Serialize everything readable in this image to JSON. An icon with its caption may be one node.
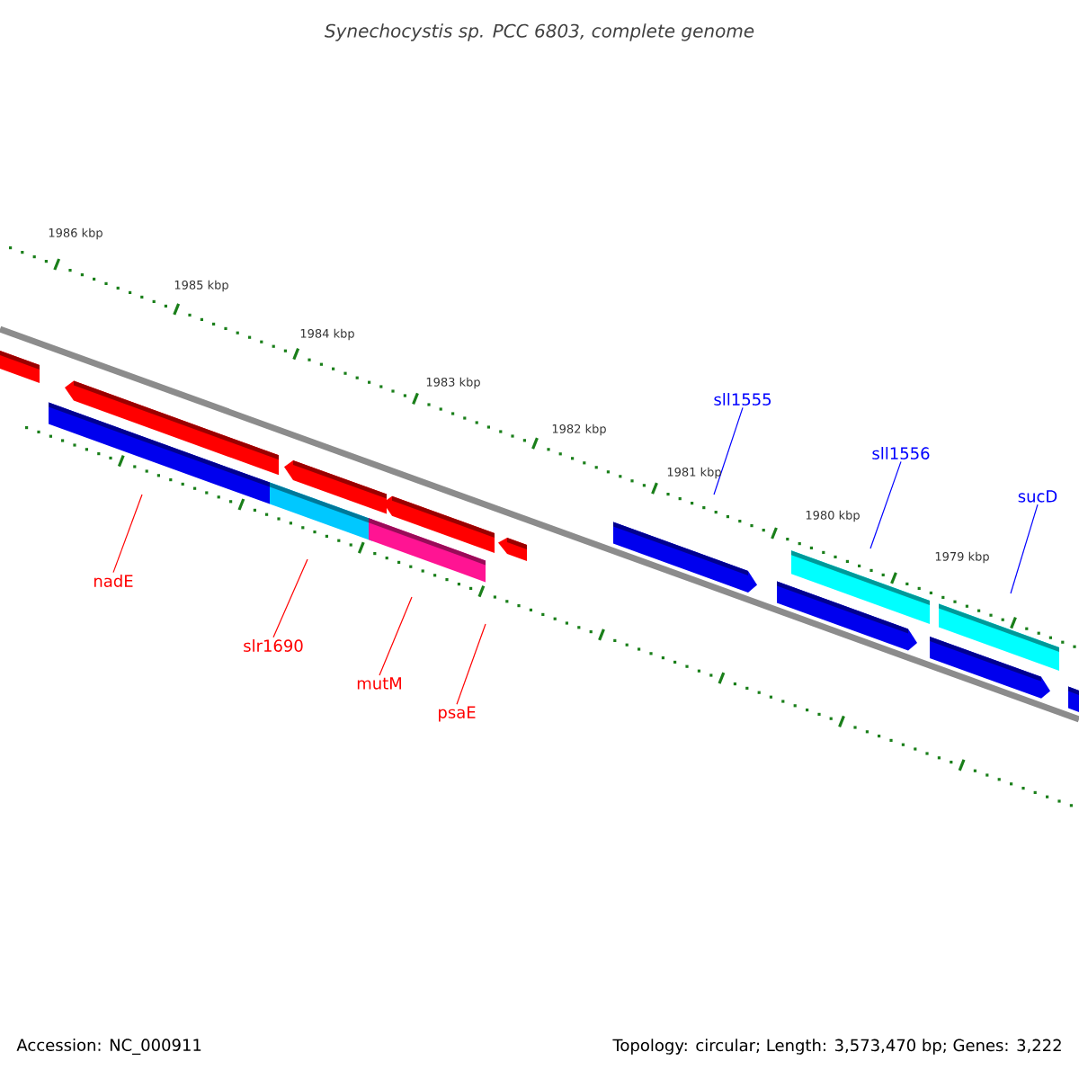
{
  "diagram": {
    "title": "Synechocystis sp. PCC 6803, complete genome",
    "nodes": [
      {
        "text": [
          "nadE"
        ]
      },
      {
        "text": [
          "slr1690"
        ]
      },
      {
        "text": [
          "mutM"
        ]
      },
      {
        "text": [
          "psaE"
        ]
      },
      {
        "text": [
          "sll1555"
        ]
      },
      {
        "text": [
          "sll1556"
        ]
      },
      {
        "text": [
          "sucD"
        ]
      }
    ],
    "edges": [
      {
        "from": 0,
        "to": null,
        "arrow": "none"
      },
      {
        "from": 1,
        "to": null,
        "arrow": "none"
      },
      {
        "from": 2,
        "to": null,
        "arrow": "none"
      },
      {
        "from": 3,
        "to": null,
        "arrow": "none"
      },
      {
        "from": 4,
        "to": null,
        "arrow": "none",
        "color": "#0000ff"
      },
      {
        "from": 5,
        "to": null,
        "arrow": "none",
        "color": "#0000ff"
      },
      {
        "from": 6,
        "to": null,
        "arrow": "none",
        "color": "#0000ff"
      }
    ],
    "labels": [
      "1986 kbp",
      "1985 kbp",
      "1984 kbp",
      "1983 kbp",
      "1982 kbp",
      "1981 kbp",
      "1980 kbp",
      "1979 kbp",
      "Accession: NC_000911",
      "Topology: circular; Length: 3,573,470 bp; Genes: 3,222"
    ]
  }
}
